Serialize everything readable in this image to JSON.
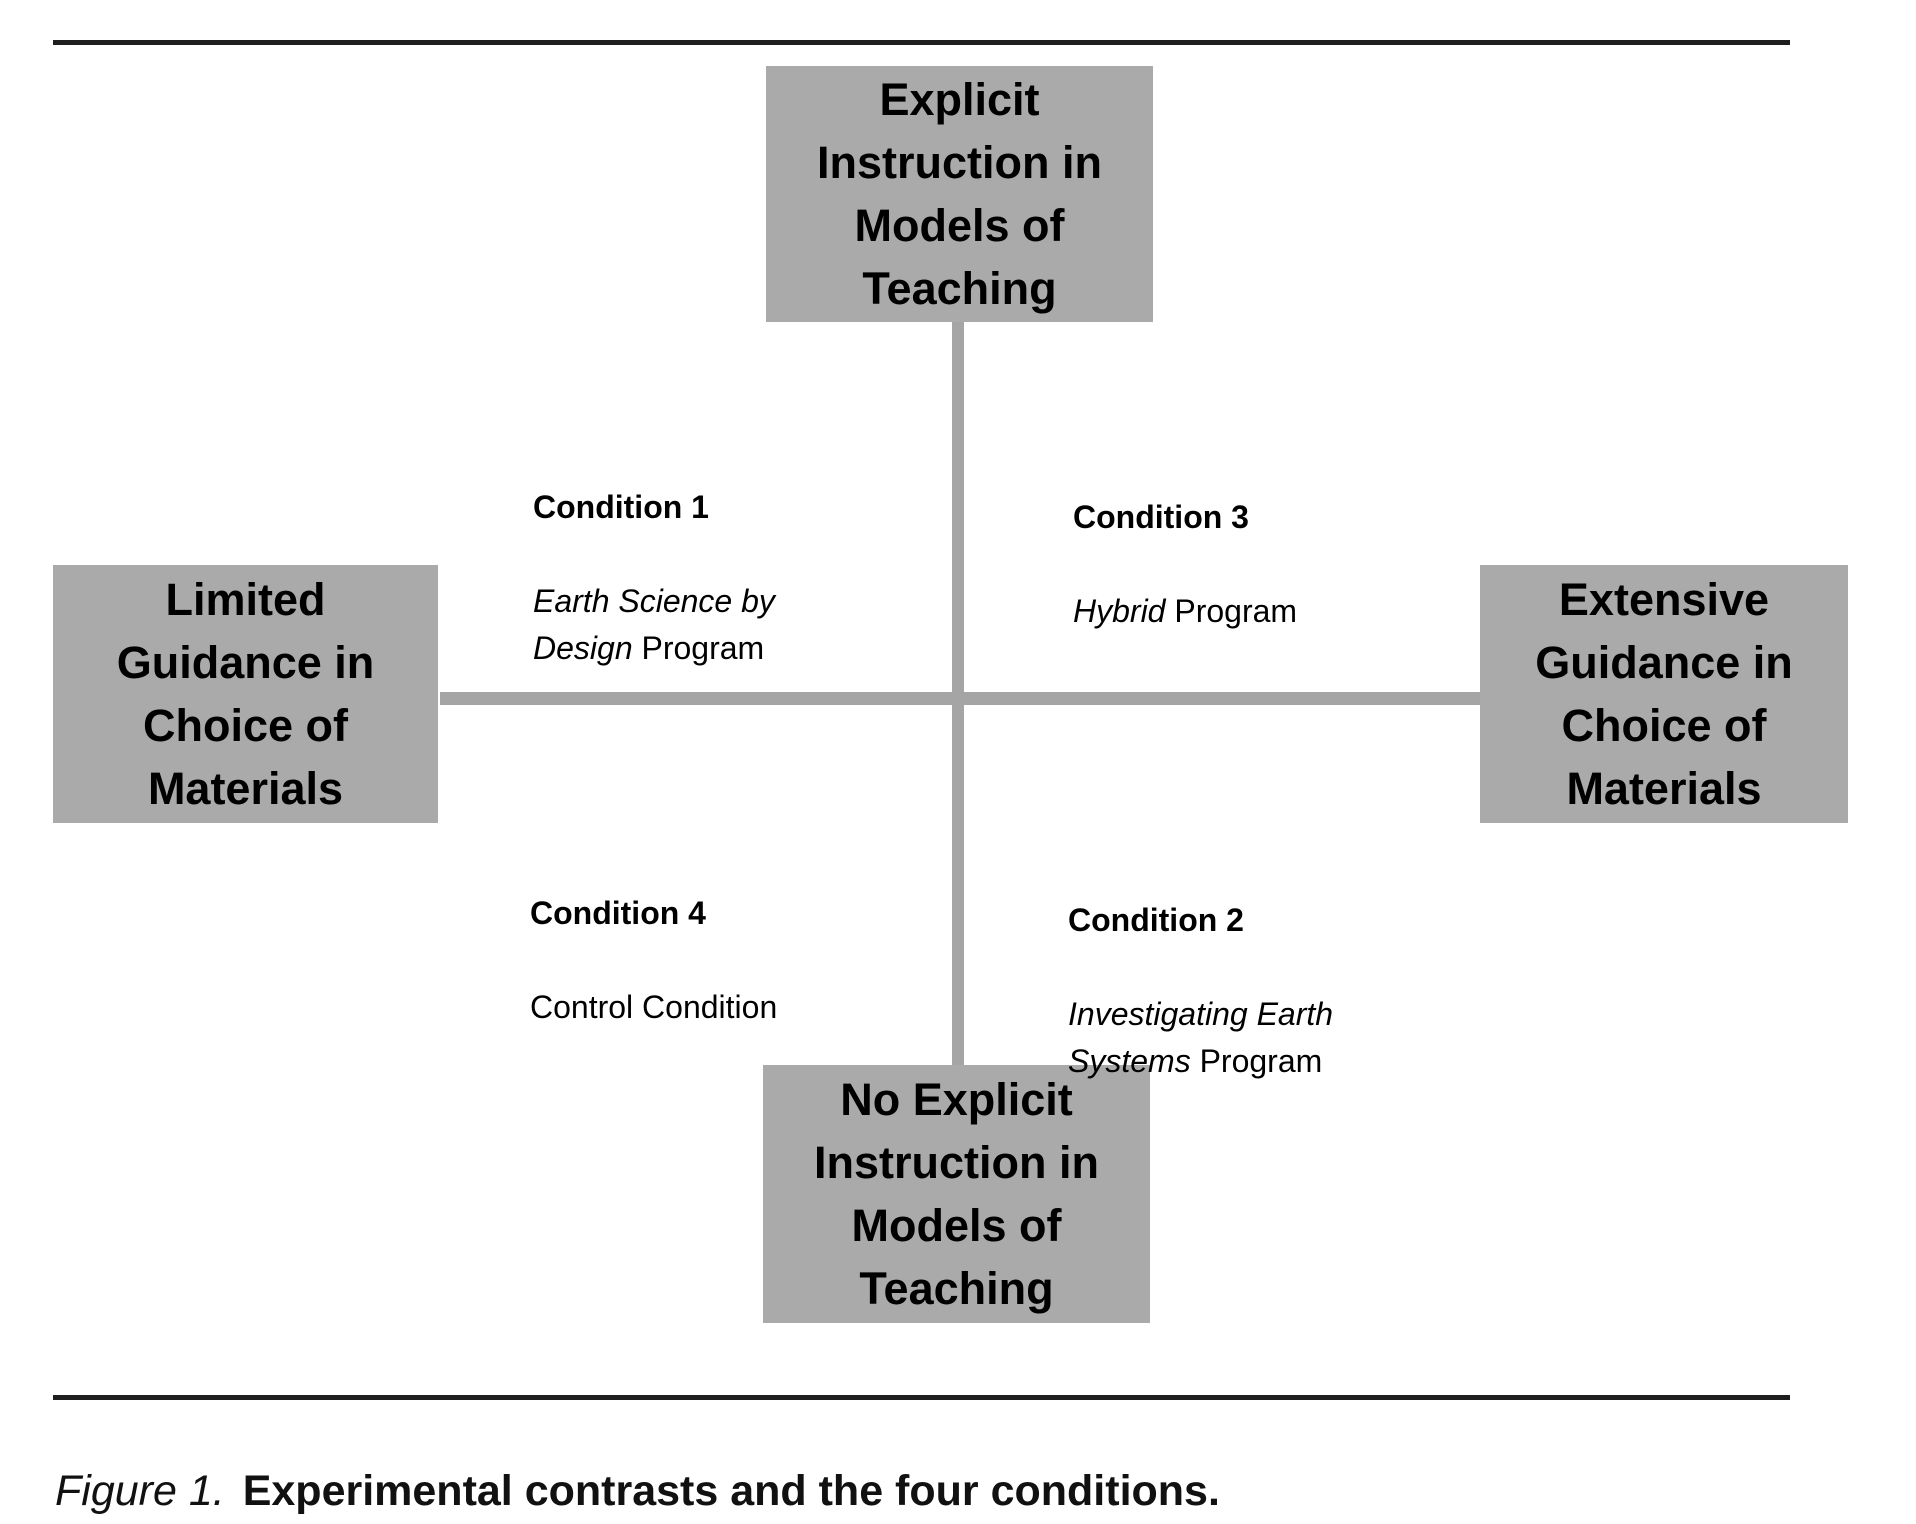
{
  "figure": {
    "poles": {
      "top": "Explicit\nInstruction in\nModels of\nTeaching",
      "bottom": "No Explicit\nInstruction in\nModels of\nTeaching",
      "left": "Limited\nGuidance in\nChoice of\nMaterials",
      "right": "Extensive\nGuidance in\nChoice of\nMaterials"
    },
    "quadrants": [
      {
        "title": "Condition 1",
        "program_italic": "Earth Science by\nDesign",
        "program_regular": " Program"
      },
      {
        "title": "Condition 3",
        "program_italic": "Hybrid",
        "program_regular": " Program"
      },
      {
        "title": "Condition 4",
        "program_italic": "",
        "program_regular": "Control Condition"
      },
      {
        "title": "Condition 2",
        "program_italic": "Investigating Earth\nSystems",
        "program_regular": " Program"
      }
    ],
    "caption": {
      "label": "Figure 1.",
      "text": "Experimental contrasts and the four conditions."
    },
    "colors": {
      "box_gray": "#aaaaaa",
      "line_gray": "#a5a5a5",
      "rule_dark": "#1f1f1f",
      "text_black": "#000000"
    }
  }
}
